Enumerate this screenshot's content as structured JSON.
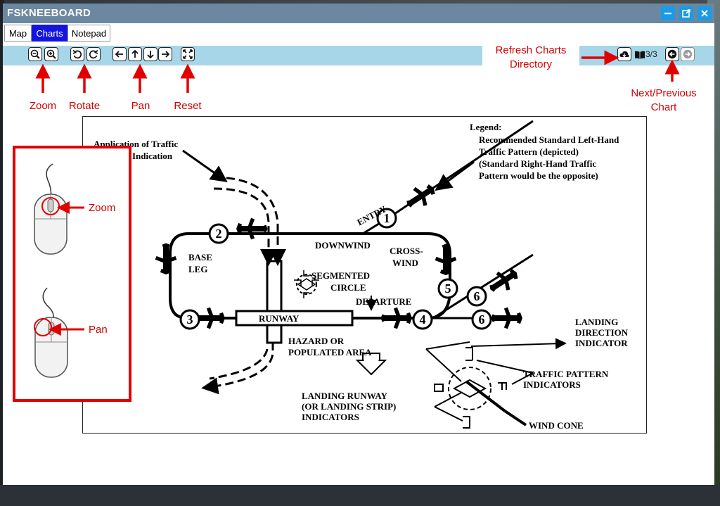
{
  "window": {
    "title": "FSKNEEBOARD",
    "controls": [
      "minimize-icon",
      "popout-icon",
      "close-icon"
    ]
  },
  "tabs": [
    {
      "label": "Map",
      "active": false
    },
    {
      "label": "Charts",
      "active": true
    },
    {
      "label": "Notepad",
      "active": false
    }
  ],
  "toolbar": {
    "page_indicator": "3/3",
    "buttons": [
      "zoom-out-icon",
      "zoom-in-icon",
      "rotate-left-icon",
      "rotate-right-icon",
      "arrow-left-icon",
      "arrow-up-icon",
      "arrow-down-icon",
      "arrow-right-icon",
      "reset-icon",
      "cloud-download-icon",
      "book-icon",
      "previous-icon",
      "next-icon"
    ]
  },
  "annotations": {
    "zoom": "Zoom",
    "rotate": "Rotate",
    "pan": "Pan",
    "reset": "Reset",
    "refresh_line1": "Refresh Charts",
    "refresh_line2": "Directory",
    "nextprev_line1": "Next/Previous",
    "nextprev_line2": "Chart",
    "mouse_zoom": "Zoom",
    "mouse_pan": "Pan"
  },
  "chart": {
    "legend_title": "Legend:",
    "legend_lines": [
      "Recommended Standard Left-Hand",
      "Traffic Pattern (depicted)",
      "(Standard Right-Hand Traffic",
      "Pattern would be the opposite)"
    ],
    "app_line1": "Application of Traffic",
    "app_line2": "Indication",
    "entry": "ENTRY",
    "downwind": "DOWNWIND",
    "crosswind_1": "CROSS-",
    "crosswind_2": "WIND",
    "base_1": "BASE",
    "base_2": "LEG",
    "segmented_1": "SEGMENTED",
    "segmented_2": "CIRCLE",
    "departure": "DEPARTURE",
    "runway": "RUNWAY",
    "hazard_1": "HAZARD OR",
    "hazard_2": "POPULATED AREA",
    "landing_runway_1": "LANDING RUNWAY",
    "landing_runway_2": "(OR LANDING STRIP)",
    "landing_runway_3": "INDICATORS",
    "landing_dir_1": "LANDING",
    "landing_dir_2": "DIRECTION",
    "landing_dir_3": "INDICATOR",
    "traffic_ind_1": "TRAFFIC PATTERN",
    "traffic_ind_2": "INDICATORS",
    "wind_cone": "WIND CONE",
    "num1": "1",
    "num2": "2",
    "num3": "3",
    "num4": "4",
    "num5": "5",
    "num6a": "6",
    "num6b": "6"
  },
  "colors": {
    "titlebar": "#6c87a0",
    "accent_tab": "#1414e0",
    "toolbar": "#a7d6e8",
    "window_button": "#1a9be6",
    "annotation_red": "#d40000"
  }
}
